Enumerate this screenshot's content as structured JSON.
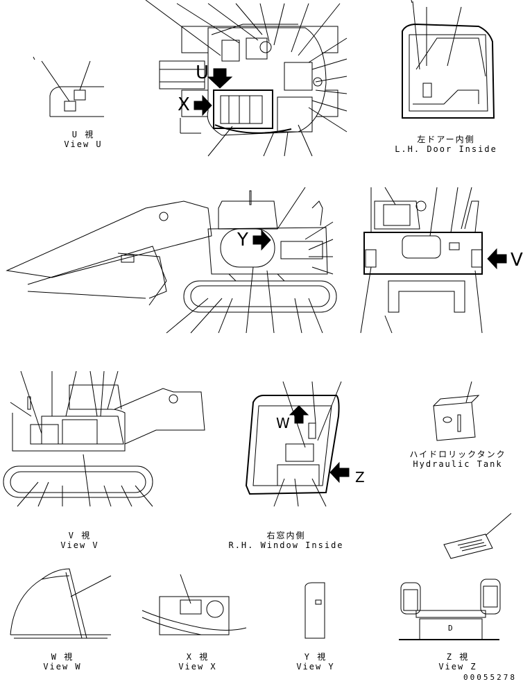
{
  "views": {
    "u": {
      "jp": "U 視",
      "en": "View U"
    },
    "door": {
      "jp": "左ドアー内側",
      "en": "L.H. Door Inside"
    },
    "v": {
      "jp": "V 視",
      "en": "View V"
    },
    "window": {
      "jp": "右窓内側",
      "en": "R.H. Window Inside"
    },
    "tank": {
      "jp": "ハイドロリックタンク",
      "en": "Hydraulic Tank"
    },
    "w": {
      "jp": "W 視",
      "en": "View W"
    },
    "x": {
      "jp": "X 視",
      "en": "View X"
    },
    "y": {
      "jp": "Y 視",
      "en": "View Y"
    },
    "z": {
      "jp": "Z 視",
      "en": "View Z"
    }
  },
  "markers": {
    "u": "U",
    "x": "X",
    "y": "Y",
    "v": "V",
    "w": "W",
    "z": "Z",
    "d": "D"
  },
  "part_number": "00055278"
}
